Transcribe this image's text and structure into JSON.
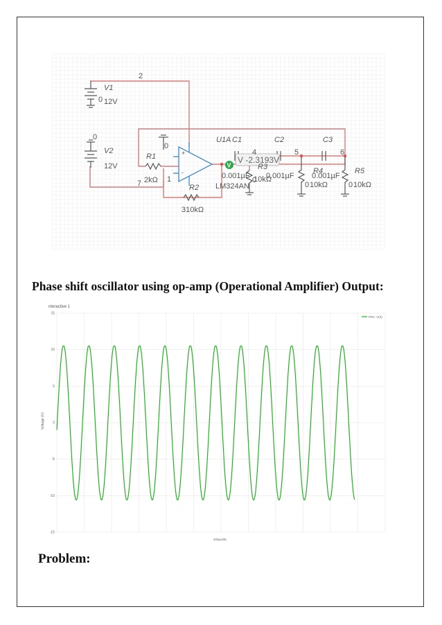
{
  "schematic": {
    "labels": {
      "v1": "V1",
      "v1_value": "12V",
      "v2": "V2",
      "v2_value": "12V",
      "r1": "R1",
      "r1_value": "2kΩ",
      "r2": "R2",
      "r2_value": "310kΩ",
      "u1a": "U1A",
      "u1a_part": "LM324AN",
      "c1": "C1",
      "c1_value": "0.001µF",
      "c2": "C2",
      "c2_value": "0.001µF",
      "c3": "C3",
      "c3_value": "0.001µF",
      "r3": "R3",
      "r3_value": "10kΩ",
      "r4": "R4",
      "r4_value": "10kΩ",
      "r5": "R5",
      "r5_value": "10kΩ",
      "node_0a": "0",
      "node_0b": "0",
      "node_0c": "0",
      "node_0d": "0",
      "node_0e": "0",
      "node_0f": "0",
      "node_0g": "0",
      "node_1": "1",
      "node_2": "2",
      "node_4": "4",
      "node_5": "5",
      "node_6": "6",
      "node_7": "7",
      "probe_marker": "V",
      "probe_reading": "V -2.3193V",
      "plus_sign": "+",
      "minus_sign": "-"
    }
  },
  "heading": "Phase shift oscillator using op-amp (Operational Amplifier) Output:",
  "chart_data": {
    "type": "line",
    "title": "nteractive 1",
    "xlabel": "200µs/div",
    "ylabel": "Voltage (V)",
    "ylim": [
      -15,
      15
    ],
    "yticks": [
      "15",
      "10",
      "5",
      "0",
      "-5",
      "-10",
      "-15"
    ],
    "grid": true,
    "legend_position": "top-right",
    "series": [
      {
        "name": "PR1: V(3)",
        "color": "#22b022",
        "description_free": true,
        "amplitude": 10.6,
        "start_value": -1,
        "cycles": 11.75,
        "divisions": 12
      }
    ]
  },
  "problem": "Problem:"
}
